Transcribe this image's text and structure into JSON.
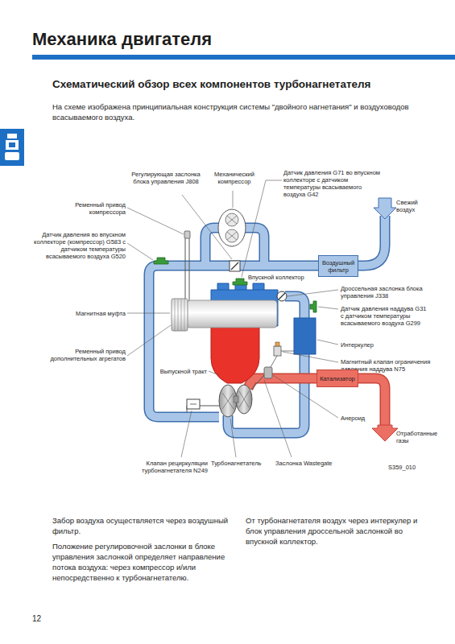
{
  "diagram": {
    "title": "Схематический обзор всех компонентов турбонагнетателя",
    "nodes": [
      {
        "text": [
          "Воздушный фильтр"
        ]
      },
      {
        "text": [
          "Катализатор"
        ]
      }
    ],
    "labels": [
      "Механика двигателя",
      "На схеме изображена принципиальная конструкция системы \"двойного нагнетания\" и воздуховодов всасываемого воздуха.",
      "Регулирующая заслонка блока управления J808",
      "Механический компрессор",
      "Датчик давления G71 во впускном коллекторе с датчиком температуры всасываемого воздуха G42",
      "Свежий воздух",
      "Ременный привод компрессора",
      "Датчик давления во впускном коллекторе (компрессор) G583 с датчиком температуры всасываемого воздуха G520",
      "Впускной коллектор",
      "Дроссельная заслонка блока управления J338",
      "Магнитная муфта",
      "Датчик давления наддува G31 с датчиком температуры всасываемого воздуха G299",
      "Интеркулер",
      "Ременный привод дополнительных агрегатов",
      "Выпускной тракт",
      "Магнитный клапан ограничения давления наддува N75",
      "Анероид",
      "Отработанные газы",
      "Клапан рециркуляции турбонагнетателя N249",
      "Турбонагнетатель",
      "Заслонка Wastegate",
      "S359_010",
      "Забор воздуха осуществляется через воздушный фильтр.",
      "Положение регулировочной заслонки в блоке управления заслонкой определяет направление потока воздуха: через компрессор и/или непосредственно к турбонагнетателю.",
      "От турбонагнетателя воздух через интеркулер и блок управления дроссельной заслонкой во впускной коллектор.",
      "12"
    ]
  }
}
